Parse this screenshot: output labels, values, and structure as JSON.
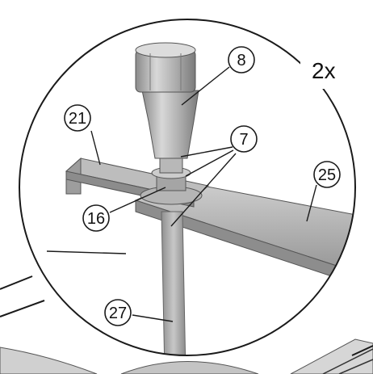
{
  "figure": {
    "quantity_label": "2x",
    "callouts": [
      {
        "id": "callout-8",
        "number": "8"
      },
      {
        "id": "callout-21",
        "number": "21"
      },
      {
        "id": "callout-7",
        "number": "7"
      },
      {
        "id": "callout-25",
        "number": "25"
      },
      {
        "id": "callout-16",
        "number": "16"
      },
      {
        "id": "callout-27",
        "number": "27"
      }
    ],
    "colors": {
      "outline": "#1a1a1a",
      "metal_light": "#c9c9c9",
      "metal_mid": "#a8a8a8",
      "metal_dark": "#7d7d7d",
      "background": "#ffffff"
    }
  }
}
